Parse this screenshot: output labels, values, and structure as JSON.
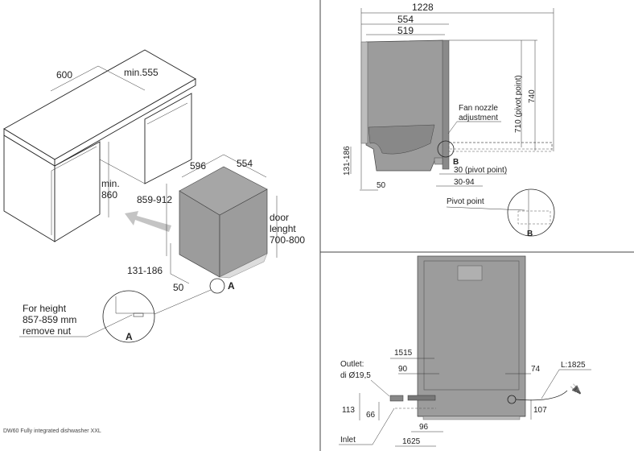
{
  "title": "DW60 Fully integrated dishwasher XXL",
  "installation_view": {
    "cabinet_width": "600",
    "cabinet_depth": "min.555",
    "niche_height_line1": "min.",
    "niche_height_line2": "860",
    "appliance_width": "596",
    "appliance_depth": "554",
    "appliance_height": "859-912",
    "door_length_line1": "door",
    "door_length_line2": "lenght",
    "door_length_line3": "700-800",
    "plinth_height": "131-186",
    "plinth_depth": "50",
    "detail_marker": "A",
    "note_line1": "For height",
    "note_line2": "857-859 mm",
    "note_line3": "remove nut",
    "detail_label": "A"
  },
  "side_view": {
    "total_depth_open": "1228",
    "depth": "554",
    "body_depth": "519",
    "pivot_height": "710 (pivot point)",
    "height": "740",
    "fan_line1": "Fan nozzle",
    "fan_line2": "adjustment",
    "detail_marker": "B",
    "pivot_offset": "30 (pivot point)",
    "door_offset": "30-94",
    "plinth_height": "131-186",
    "plinth_depth": "50",
    "pivot_label": "Pivot point",
    "detail_label": "B"
  },
  "rear_view": {
    "outlet_line1": "Outlet:",
    "outlet_line2": "di Ø19,5",
    "outlet_hose": "1515",
    "outlet_offset": "90",
    "power_offset": "74",
    "power_cable": "L:1825",
    "outlet_height": "113",
    "inlet_height": "66",
    "power_height": "107",
    "inlet_offset": "96",
    "inlet_hose": "1625",
    "inlet_label": "Inlet"
  }
}
